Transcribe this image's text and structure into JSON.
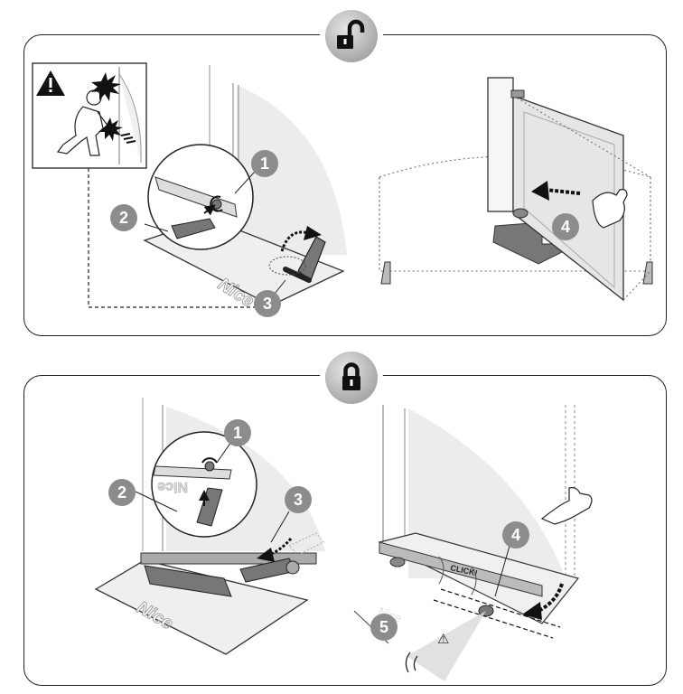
{
  "figure": {
    "top_panel": {
      "mode": "unlock",
      "badge_icon": "unlocked-padlock-icon",
      "warning_icon": "warning-triangle-icon",
      "steps": [
        "1",
        "2",
        "3",
        "4"
      ],
      "brand_text": "Nice"
    },
    "bottom_panel": {
      "mode": "lock",
      "badge_icon": "locked-padlock-icon",
      "steps": [
        "1",
        "2",
        "3",
        "4",
        "5"
      ],
      "brand_text": "Nice",
      "mirrored_brand_text": "Nice",
      "click_text": "CLICK!",
      "warning_symbol": "⚠"
    },
    "colors": {
      "step_marker": "#8c8c8c",
      "outline": "#222222",
      "gate_fill": "#e6e6e6",
      "swing_area": "#ececec"
    }
  }
}
